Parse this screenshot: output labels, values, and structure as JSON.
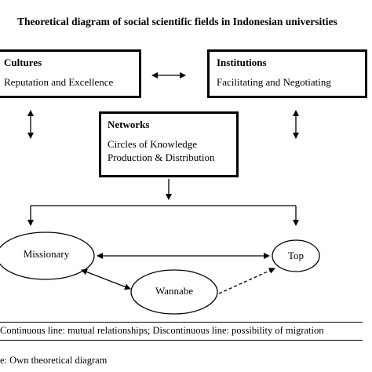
{
  "title": "Theoretical diagram of social scientific fields in Indonesian universities",
  "cultures": {
    "heading": "Cultures",
    "text": "Reputation and Excellence"
  },
  "institutions": {
    "heading": "Institutions",
    "text": "Facilitating and Negotiating"
  },
  "networks": {
    "heading": "Networks",
    "line1": "Circles of Knowledge",
    "line2": "Production & Distribution"
  },
  "ovals": {
    "missionary": "Missionary",
    "top": "Top",
    "wannabe": "Wannabe"
  },
  "legend": "Continuous line: mutual relationships; Discontinuous line: possibility of migration",
  "source": "e: Own theoretical diagram"
}
